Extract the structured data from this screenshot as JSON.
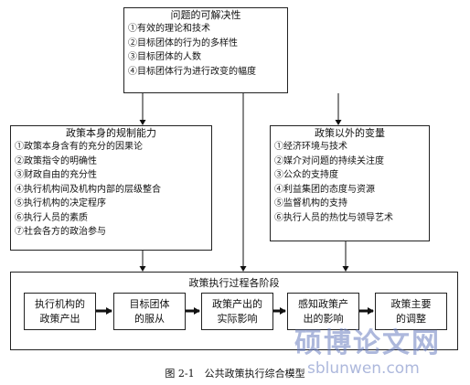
{
  "top_box": {
    "title": "问题的可解决性",
    "items": [
      "①有效的理论和技术",
      "②目标团体的行为的多样性",
      "③目标团体的人数",
      "④目标团体行为进行改变的幅度"
    ]
  },
  "left_box": {
    "title": "政策本身的规制能力",
    "items": [
      "①政策本身含有的充分的因果论",
      "②政策指令的明确性",
      "③财政自由的充分性",
      "④执行机构间及机构内部的层级整合",
      "⑤执行机构的决定程序",
      "⑥执行人员的素质",
      "⑦社会各方的政治参与"
    ]
  },
  "right_box": {
    "title": "政策以外的变量",
    "items": [
      "①经济环境与技术",
      "②媒介对问题的持续关注度",
      "③公众的支持度",
      "④利益集团的态度与资源",
      "⑤监督机构的支持",
      "⑥执行人员的热忱与领导艺术"
    ]
  },
  "process_box": {
    "title": "政策执行过程各阶段",
    "stages": [
      {
        "line1": "执行机构的",
        "line2": "政策产出"
      },
      {
        "line1": "目标团体",
        "line2": "的服从"
      },
      {
        "line1": "政策产出的",
        "line2": "实际影响"
      },
      {
        "line1": "感知政策产",
        "line2": "出的影响"
      },
      {
        "line1": "政策主要",
        "line2": "的调整"
      }
    ]
  },
  "caption": "图 2-1　公共政策执行综合模型",
  "watermark": {
    "cn": "硕博论文网",
    "en": "sblunwen.com"
  }
}
